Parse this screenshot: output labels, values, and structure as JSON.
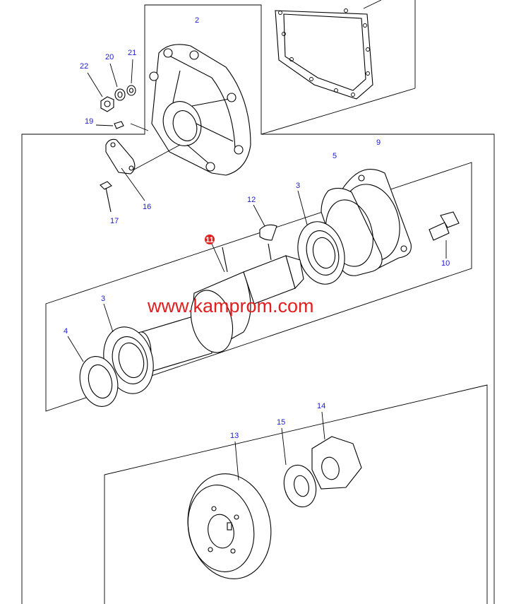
{
  "watermark": "www.kamprom.com",
  "main_part_label": "11",
  "part_labels": {
    "p2": "2",
    "p3a": "3",
    "p3b": "3",
    "p4": "4",
    "p5": "5",
    "p9": "9",
    "p10": "10",
    "p12": "12",
    "p13": "13",
    "p14": "14",
    "p15": "15",
    "p16": "16",
    "p17": "17",
    "p19": "19",
    "p20": "20",
    "p21": "21",
    "p22": "22"
  },
  "colors": {
    "label": "#1a1ad0",
    "watermark": "#e02020",
    "main_marker": "#e02020",
    "line": "#000000"
  }
}
